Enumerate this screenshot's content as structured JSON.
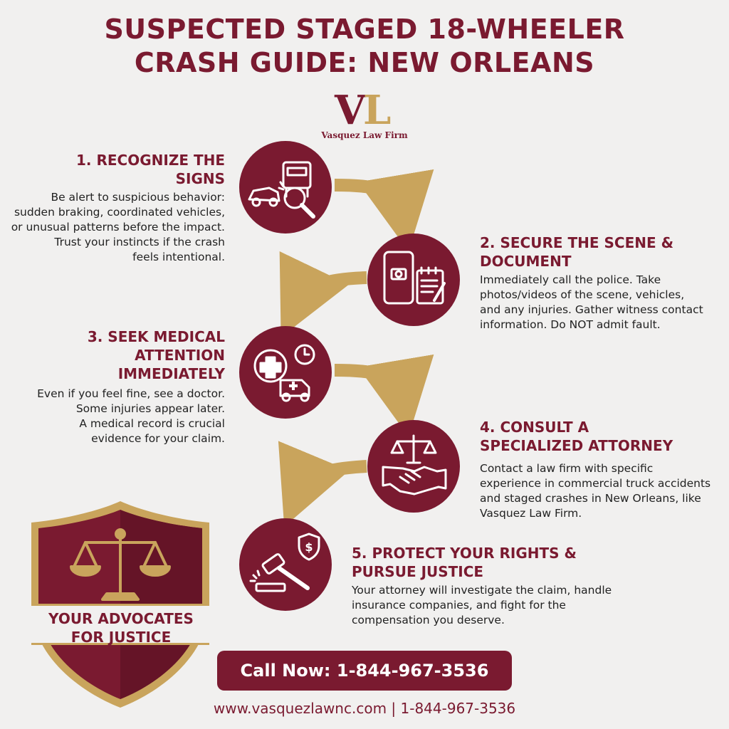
{
  "header": {
    "title_line1": "SUSPECTED STAGED 18-WHEELER",
    "title_line2": "CRASH GUIDE: NEW ORLEANS"
  },
  "logo": {
    "monogram": "VL",
    "name": "Vasquez Law Firm"
  },
  "steps": [
    {
      "title_lines": [
        "1. RECOGNIZE THE",
        "SIGNS"
      ],
      "body_lines": [
        "Be alert to suspicious behavior:",
        "sudden braking, coordinated vehicles,",
        "or unusual patterns before the impact.",
        "Trust your instincts if the crash",
        "feels intentional."
      ],
      "icon": "crash-magnifier-icon"
    },
    {
      "title_lines": [
        "2. SECURE THE SCENE &",
        "DOCUMENT"
      ],
      "body_lines": [
        "Immediately call the police. Take",
        "photos/videos of the scene, vehicles,",
        "and any injuries. Gather witness contact",
        "information. Do NOT admit fault."
      ],
      "icon": "phone-camera-notepad-icon"
    },
    {
      "title_lines": [
        "3. SEEK MEDICAL",
        "ATTENTION",
        "IMMEDIATELY"
      ],
      "body_lines": [
        "Even if you feel fine, see a doctor.",
        "Some injuries appear later.",
        "A medical record is crucial",
        "evidence for your claim."
      ],
      "icon": "medical-ambulance-icon"
    },
    {
      "title_lines": [
        "4. CONSULT A",
        "SPECIALIZED ATTORNEY"
      ],
      "body_lines": [
        "Contact a law firm with specific",
        "experience in commercial truck accidents",
        "and staged crashes in New Orleans, like",
        "Vasquez Law Firm."
      ],
      "icon": "scales-handshake-icon"
    },
    {
      "title_lines": [
        "5. PROTECT YOUR RIGHTS &",
        "PURSUE JUSTICE"
      ],
      "body_lines": [
        "Your attorney will investigate the claim, handle",
        "insurance companies, and fight for the",
        "compensation you deserve."
      ],
      "icon": "gavel-shield-icon"
    }
  ],
  "badge": {
    "line1": "YOUR ADVOCATES",
    "line2": "FOR JUSTICE",
    "icon": "scales-of-justice-icon"
  },
  "cta": {
    "label": "Call Now: 1-844-967-3536"
  },
  "footer": {
    "text": "www.vasquezlawnc.com | 1-844-967-3536"
  },
  "colors": {
    "burgundy": "#7a1a30",
    "gold": "#c9a45c",
    "background": "#f1f0ef"
  }
}
